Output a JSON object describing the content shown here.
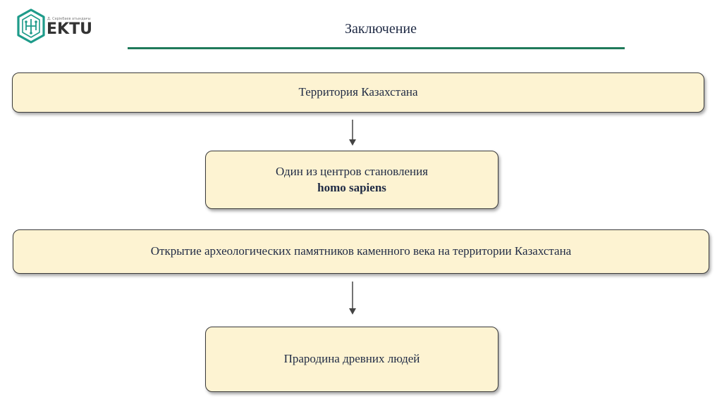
{
  "logo": {
    "small_text": "Д. Серікбаев атындағы",
    "brand": "EKTU"
  },
  "slide": {
    "title": "Заключение"
  },
  "flow": {
    "box1": "Территория Казахстана",
    "box2_line1": "Один из центров становления",
    "box2_line2": "homo sapiens",
    "box3": "Открытие археологических памятников каменного века на территории Казахстана",
    "box4": "Прародина древних людей"
  },
  "colors": {
    "box_fill": "#fdf3d2",
    "accent_rule": "#1f7a5a",
    "logo_teal": "#1e9b8a"
  }
}
